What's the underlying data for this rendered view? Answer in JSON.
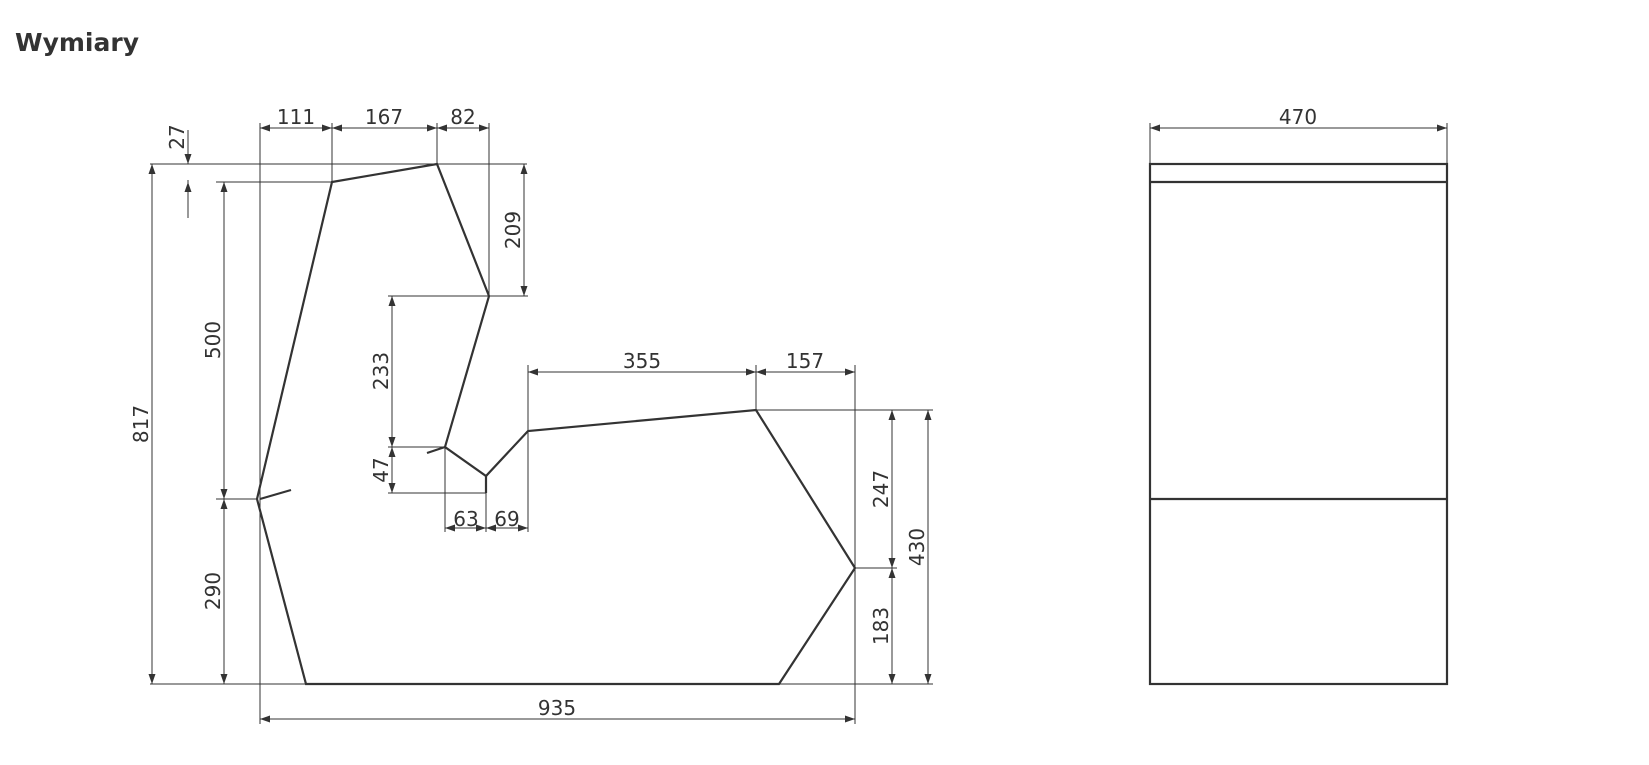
{
  "title": "Wymiary",
  "colors": {
    "line": "#333333",
    "background": "#ffffff"
  },
  "side_view": {
    "widths": {
      "w111": "111",
      "w167": "167",
      "w82": "82",
      "w355": "355",
      "w157": "157",
      "w63": "63",
      "w69": "69",
      "w935": "935"
    },
    "heights": {
      "h27": "27",
      "h209": "209",
      "h500": "500",
      "h233": "233",
      "h47": "47",
      "h817": "817",
      "h290": "290",
      "h247": "247",
      "h430": "430",
      "h183": "183"
    }
  },
  "front_view": {
    "width": "470"
  }
}
